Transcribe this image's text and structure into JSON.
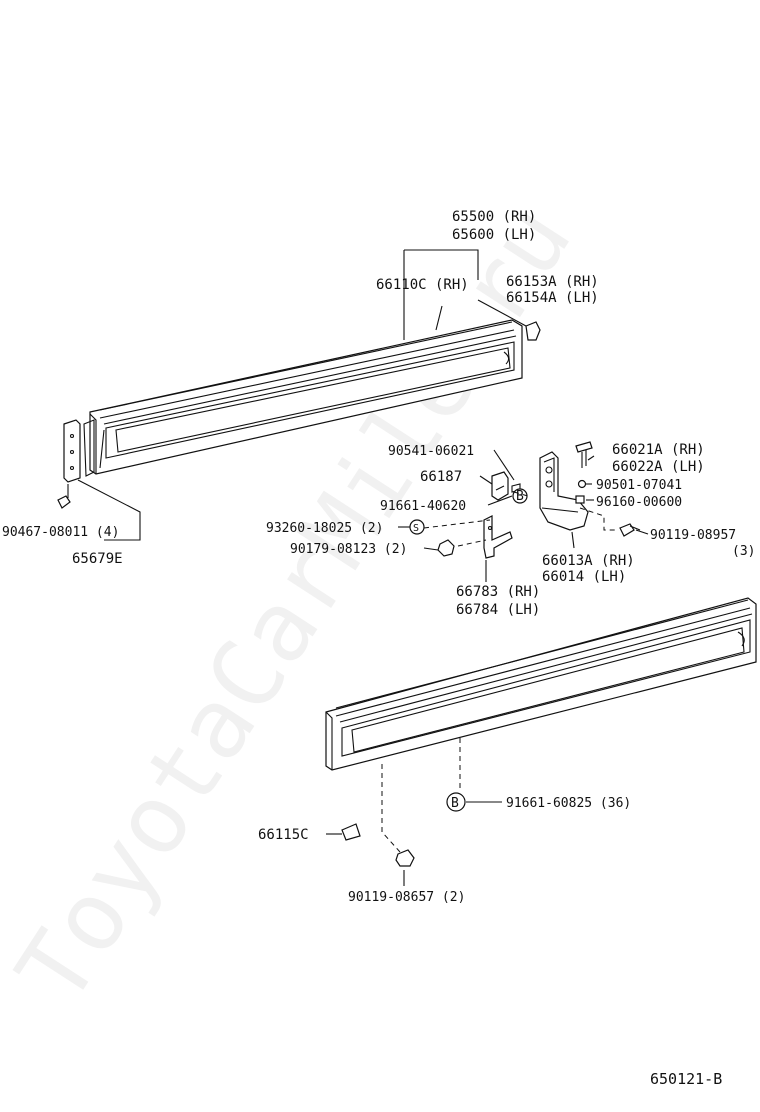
{
  "watermark": "ToyotaCarMile.ru",
  "labels": {
    "p65500": "65500 (RH)",
    "p65600": "65600 (LH)",
    "p66110c": "66110C (RH)",
    "p66153a": "66153A (RH)",
    "p66154a": "66154A (LH)",
    "p90541": "90541-06021",
    "p66021a": "66021A (RH)",
    "p66022a": "66022A (LH)",
    "p66187": "66187",
    "p90501": "90501-07041",
    "p91661_40620": "91661-40620",
    "p96160": "96160-00600",
    "p93260": "93260-18025 (2)",
    "p90119_08957": "90119-08957",
    "p90119_08957_qty": "(3)",
    "p90179": "90179-08123 (2)",
    "p66013a": "66013A (RH)",
    "p66014": "66014   (LH)",
    "p90467": "90467-08011 (4)",
    "p65679e": "65679E",
    "p66783": "66783 (RH)",
    "p66784": "66784 (LH)",
    "p91661_60825": "91661-60825 (36)",
    "p66115c": "66115C",
    "p90119_08657": "90119-08657 (2)",
    "diagram_code": "650121-B"
  },
  "markers": {
    "b_small": "B",
    "b_large": "B",
    "s_washer": "S"
  }
}
